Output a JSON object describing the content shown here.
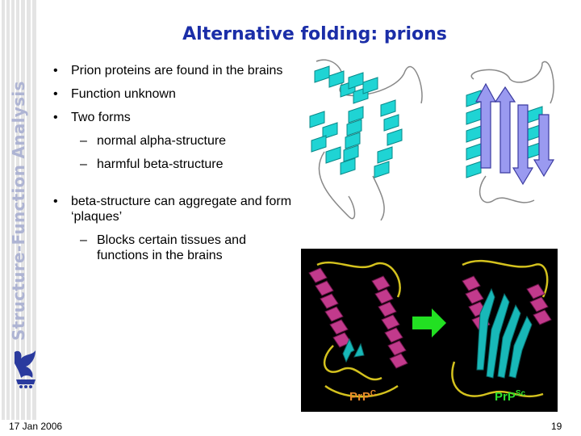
{
  "slide": {
    "title": "Alternative folding: prions",
    "side_title": "Structure-Function Analysis",
    "bullets": [
      {
        "level": 1,
        "text": "Prion proteins are found in the brains"
      },
      {
        "level": 1,
        "text": "Function unknown"
      },
      {
        "level": 1,
        "text": "Two forms"
      },
      {
        "level": 2,
        "text": "normal alpha-structure"
      },
      {
        "level": 2,
        "text": "harmful beta-structure"
      },
      {
        "level": 1,
        "text": "beta-structure can aggregate and form ‘plaques’"
      },
      {
        "level": 2,
        "text": "Blocks certain tissues and functions in the brains"
      }
    ],
    "figure_labels": {
      "normal_form": "PrP",
      "normal_form_sup": "C",
      "scrapie_form": "PrP",
      "scrapie_form_sup": "Sc"
    },
    "footer": {
      "date": "17 Jan 2006",
      "page": "19"
    }
  },
  "colors": {
    "title": "#1b2ea8",
    "side_title": "#aeb4d3",
    "helix_top": "#1fd4d4",
    "strand_top": "#9a9af0",
    "helix_bottom": "#c23a8c",
    "loop_bottom": "#d4c21e",
    "strand_bottom": "#18b8b8",
    "arrow": "#22e022",
    "label_prpc": "#e98a2a",
    "label_prpsc": "#2ee02e"
  },
  "icons": [
    "university-logo-icon"
  ]
}
